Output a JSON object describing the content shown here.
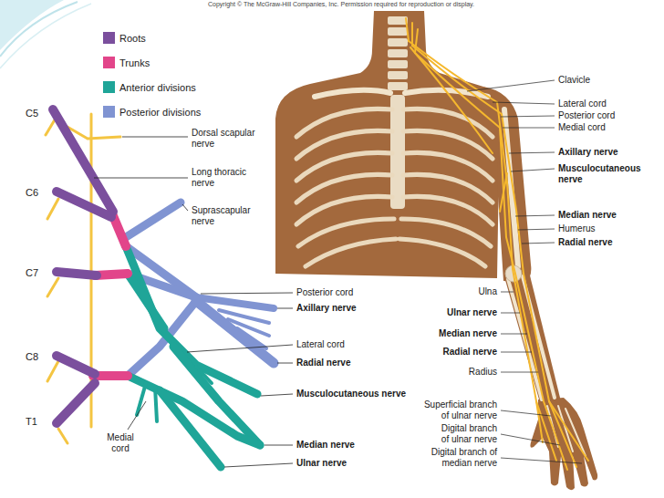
{
  "diagram": {
    "labels": [
      "Copyright © The McGraw-Hill Companies, Inc. Permission required for reproduction or display.",
      "C5",
      "Dorsal scapular nerve",
      "Long thoracic nerve",
      "C6",
      "Suprascapular nerve",
      "C7",
      "Posterior cord",
      "Axillary nerve",
      "Lateral cord",
      "C8",
      "Radial nerve",
      "Musculocutaneous nerve",
      "T1",
      "Medial cord",
      "Median nerve",
      "Ulnar nerve",
      "Clavicle",
      "Lateral cord",
      "Posterior cord",
      "Medial cord",
      "Axillary nerve",
      "Musculocutaneous nerve",
      "Median nerve",
      "Humerus",
      "Radial nerve",
      "Ulna",
      "Ulnar nerve",
      "Median nerve",
      "Radial nerve",
      "Radius",
      "Superficial branch of ulnar nerve",
      "Digital branch of ulnar nerve",
      "Digital branch of median nerve"
    ],
    "legend": [
      {
        "text": "Roots",
        "color": "#7b4f9d"
      },
      {
        "text": "Trunks",
        "color": "#e2458a"
      },
      {
        "text": "Anterior divisions",
        "color": "#1fa598"
      },
      {
        "text": "Posterior divisions",
        "color": "#8094d2"
      }
    ]
  }
}
